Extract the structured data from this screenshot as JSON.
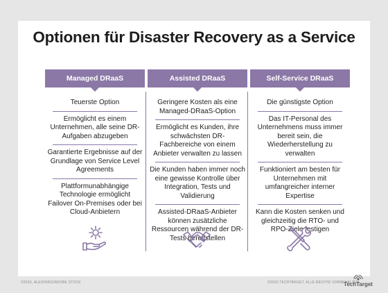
{
  "title": "Optionen für Disaster Recovery as a Service",
  "columns": [
    {
      "header": "Managed DRaaS",
      "items": [
        "Teuerste Option",
        "Ermöglicht es einem Unternehmen, alle seine DR-Aufgaben abzugeben",
        "Garantierte Ergebnisse auf der Grundlage von Service Level Agreements",
        "Plattformunabhängige Technologie ermöglicht Failover On-Premises oder bei Cloud-Anbietern"
      ],
      "icon": "gear-hand-icon"
    },
    {
      "header": "Assisted DRaaS",
      "items": [
        "Geringere Kosten als eine Managed-DRaaS-Option",
        "Ermöglicht es Kunden, ihre schwächsten DR-Fachbereiche von einem Anbieter verwalten zu lassen",
        "Die Kunden haben immer noch eine gewisse Kontrolle über Integration, Tests und Validierung",
        "Assisted-DRaaS-Anbieter können zusätzliche Ressourcen während der DR-Tests bereitstellen"
      ],
      "icon": "handshake-icon"
    },
    {
      "header": "Self-Service DRaaS",
      "items": [
        "Die günstigste Option",
        "Das IT-Personal des Unternehmens muss immer bereit sein, die Wiederherstellung zu verwalten",
        "Funktioniert am besten für Unternehmen mit umfangreicher interner Expertise",
        "Kann die Kosten senken und gleichzeitig die RTO- und RPO-Ziele festigen"
      ],
      "icon": "tools-icon"
    }
  ],
  "footer": {
    "left": "©2016, ALEXDNDZ/ADOBE STOCK",
    "right": "©2023 TECHTARGET. ALLE RECHTE VORBEHALTEN.",
    "logo": "TechTarget"
  },
  "colors": {
    "accent": "#8b78a6",
    "background": "#e6e6e6",
    "card": "#ffffff"
  }
}
